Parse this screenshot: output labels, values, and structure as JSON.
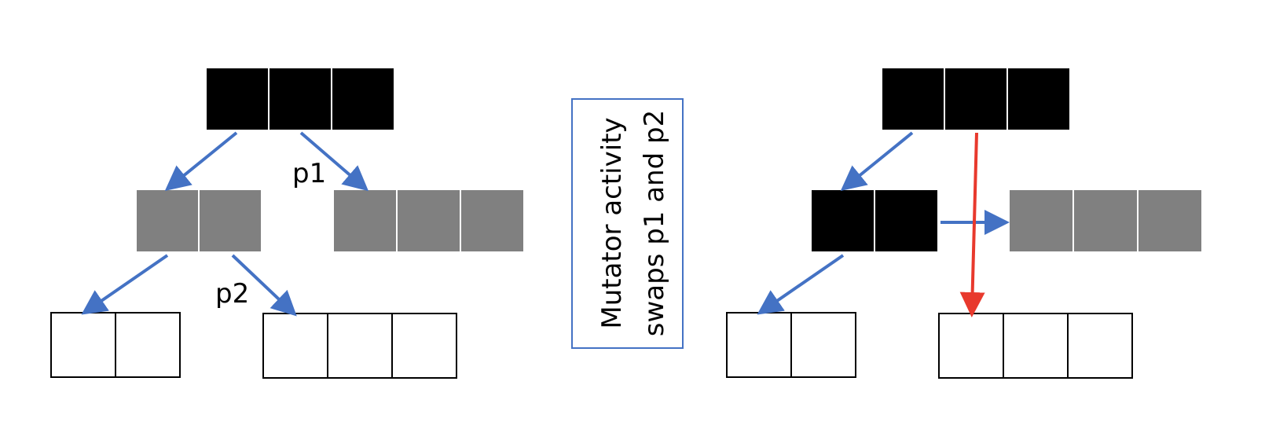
{
  "labels": {
    "p1": "p1",
    "p2": "p2"
  },
  "note": {
    "line1": "Mutator activity",
    "line2": "swaps p1 and p2"
  },
  "colors": {
    "black_object": "#000000",
    "gray_object": "#808080",
    "white_object": "#ffffff",
    "pointer_blue": "#4472c4",
    "pointer_red": "#e8392d"
  }
}
